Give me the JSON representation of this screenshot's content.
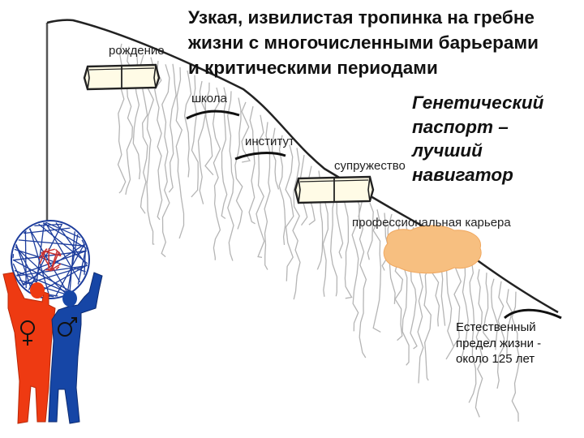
{
  "title_lines": [
    "Узкая, извилистая  тропинка на гребне",
    "жизни с многочисленными барьерами",
    "и критическими   периодами"
  ],
  "navigator_lines": [
    "Генетический",
    "паспорт –",
    "лучший",
    "навигатор"
  ],
  "labels": {
    "birth": "рождение",
    "school": "школа",
    "institute": "институт",
    "marriage": "супружество",
    "career": "профессиональная карьера"
  },
  "life_limit_lines": [
    "Естественный",
    "предел жизни -",
    "около 125 лет"
  ],
  "colors": {
    "ridge": "#222222",
    "cliff": "#bdbdbd",
    "barrier_fill": "#fffbe6",
    "career_blob": "#f7bf80",
    "female_figure": "#ee3a12",
    "male_figure": "#1646a6",
    "globe_lines": "#1c3c9c",
    "globe_center": "#c83232"
  },
  "icons": [
    "female-symbol-icon",
    "male-symbol-icon",
    "globe-icon"
  ]
}
